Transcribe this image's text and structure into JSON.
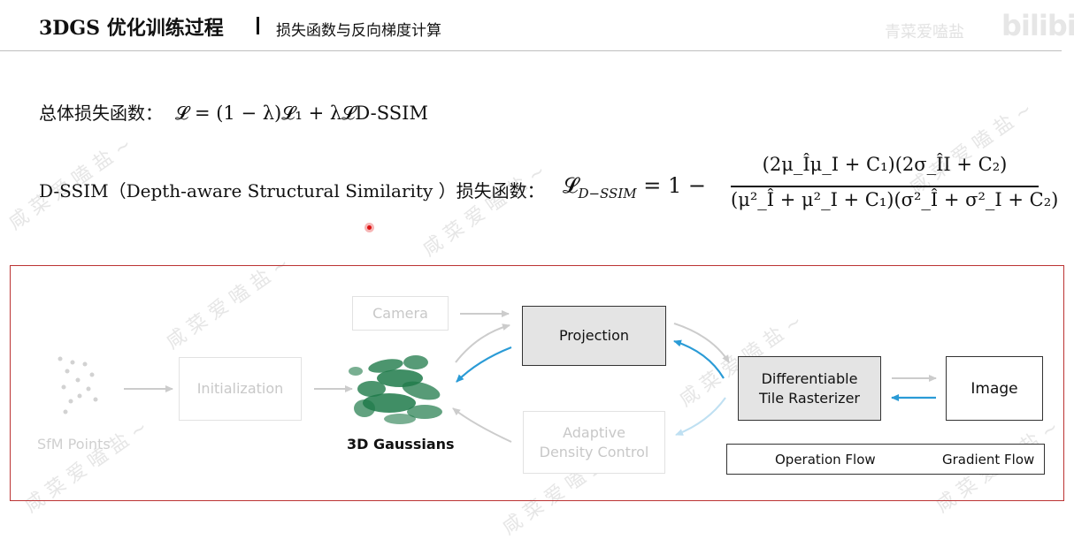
{
  "header": {
    "title": "3DGS 优化训练过程",
    "subtitle": "损失函数与反向梯度计算",
    "channel_watermark": "青菜爱嗑盐",
    "platform_logo": "bilibili"
  },
  "content": {
    "total_loss_label": "总体损失函数：",
    "total_loss_formula": "𝓛 = (1 − λ)𝓛₁ + λ𝓛D-SSIM",
    "dssim_label": "D-SSIM（Depth-aware Structural Similarity ）",
    "dssim_label_suffix": "损失函数：",
    "dssim_lhs": "𝓛",
    "dssim_lhs_sub": "D−SSIM",
    "dssim_rhs_prefix": "= 1 −",
    "dssim_numerator": "(2μ_Îμ_I + C₁)(2σ_ÎI + C₂)",
    "dssim_denominator": "(μ²_Î + μ²_I + C₁)(σ²_Î + σ²_I + C₂)"
  },
  "diagram": {
    "sfm_points": "SfM Points",
    "initialization": "Initialization",
    "camera": "Camera",
    "gaussians": "3D Gaussians",
    "projection": "Projection",
    "adaptive_line1": "Adaptive",
    "adaptive_line2": "Density Control",
    "rasterizer_line1": "Differentiable",
    "rasterizer_line2": "Tile Rasterizer",
    "image": "Image",
    "legend_operation": "Operation Flow",
    "legend_gradient": "Gradient Flow"
  },
  "watermark_text": "咸 菜 爱 嗑 盐 ~",
  "colors": {
    "frame_border": "#bb3333",
    "gradient_arrow": "#2a9bd6",
    "operation_arrow": "#111111",
    "faded": "#cccccc",
    "box_fill": "#e4e4e4",
    "gaussian_green": "#1f7a4a",
    "cursor": "#dd1111"
  }
}
